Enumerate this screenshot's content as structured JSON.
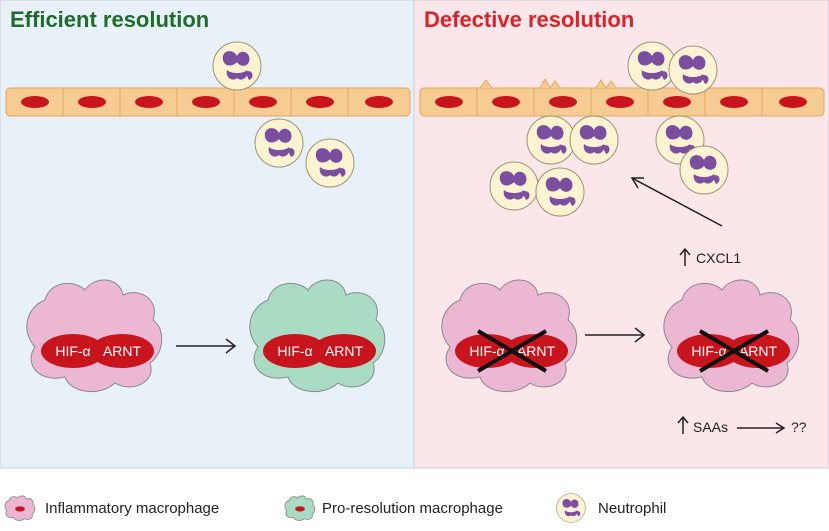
{
  "panels": {
    "left": {
      "title": "Efficient resolution",
      "title_color": "#1f6b2c",
      "bg": "#e8f0f8"
    },
    "right": {
      "title": "Defective resolution",
      "title_color": "#d9232a",
      "bg": "#fbe6ea"
    }
  },
  "complex": {
    "hif_label": "HIF-α",
    "arnt_label": "ARNT"
  },
  "annotations": {
    "cxcl1": "CXCL1",
    "saas": "SAAs",
    "unknown": "??"
  },
  "legend": {
    "inflammatory": "Inflammatory macrophage",
    "pro_resolution": "Pro-resolution macrophage",
    "neutrophil": "Neutrophil"
  },
  "colors": {
    "inflammatory": "#ecb7d3",
    "pro_resolution": "#a9dcc2",
    "endothelium": "#f7cc92",
    "nucleus": "#c8151d",
    "neutrophil_cell": "#fbf3d2",
    "neutrophil_nucleus": "#7b4ea0"
  }
}
